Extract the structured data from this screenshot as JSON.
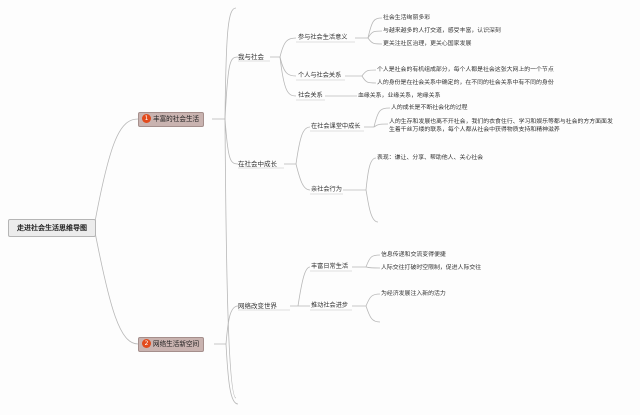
{
  "root": {
    "label": "走进社会生活思维导图"
  },
  "branches": [
    {
      "badge": "1",
      "label": "丰富的社会生活",
      "children": [
        {
          "label": "我与社会",
          "children": [
            {
              "label": "参与社会生活意义",
              "children": [
                "社会生活绚丽多彩",
                "与越来越多的人打交道，感受丰富，认识深刻",
                "更关注社区治理，更关心国家发展"
              ]
            },
            {
              "label": "个人与社会关系",
              "children": [
                "个人是社会的有机组成部分，每个人都是社会这张大网上的一个节点",
                "人的身份是在社会关系中确定的，在不同的社会关系中有不同的身份"
              ]
            },
            {
              "label": "社会关系",
              "children": [
                "血缘关系，业缘关系，地缘关系"
              ]
            }
          ]
        },
        {
          "label": "在社会中成长",
          "children": [
            {
              "label": "在社会课堂中成长",
              "children": [
                "人的成长是不断社会化的过程",
                "人的生存和发展也离不开社会，我们的衣食住行、学习和娱乐等都与社会的方方面面发生着千丝万缕的联系，每个人都从社会中获得物质支持和精神滋养"
              ]
            },
            {
              "label": "亲社会行为",
              "children": [
                "表现：谦让、分享、帮助他人、关心社会"
              ]
            }
          ]
        }
      ]
    },
    {
      "badge": "2",
      "label": "网络生活新空间",
      "children": [
        {
          "label": "网络改变世界",
          "children": [
            {
              "label": "丰富日常生活",
              "children": [
                "信息传递和交流变得便捷",
                "人际交往打破时空限制，促进人际交往"
              ]
            },
            {
              "label": "推动社会进步",
              "children": [
                "为经济发展注入新的活力"
              ]
            }
          ]
        }
      ]
    }
  ]
}
